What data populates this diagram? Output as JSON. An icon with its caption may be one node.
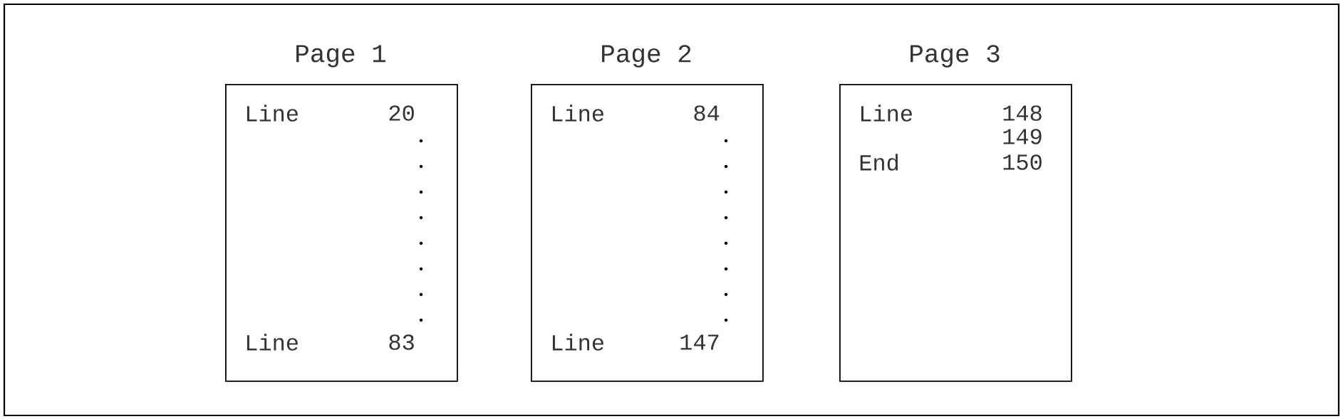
{
  "diagram": {
    "nodes": [
      {
        "text": [
          "Page 1",
          "Line",
          "20",
          "Line",
          "83"
        ]
      },
      {
        "text": [
          "Page 2",
          "Line",
          "84",
          "Line",
          "147"
        ]
      },
      {
        "text": [
          "Page 3",
          "Line",
          "148",
          "149",
          "End",
          "150"
        ]
      }
    ],
    "edges": []
  }
}
